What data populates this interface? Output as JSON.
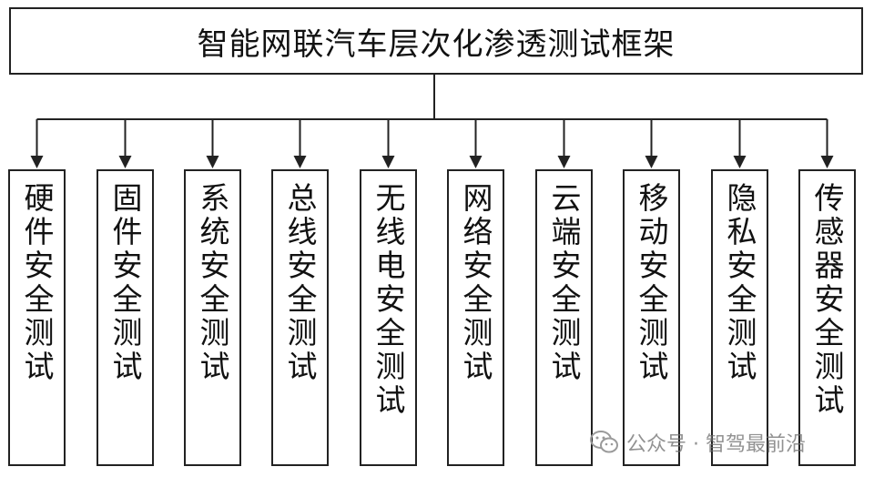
{
  "diagram": {
    "root": {
      "title": "智能网联汽车层次化渗透测试框架"
    },
    "children": [
      {
        "label": "硬件安全测试"
      },
      {
        "label": "固件安全测试"
      },
      {
        "label": "系统安全测试"
      },
      {
        "label": "总线安全测试"
      },
      {
        "label": "无线电安全测试"
      },
      {
        "label": "网络安全测试"
      },
      {
        "label": "云端安全测试"
      },
      {
        "label": "移动安全测试"
      },
      {
        "label": "隐私安全测试"
      },
      {
        "label": "传感器安全测试"
      }
    ]
  },
  "watermark": {
    "text": "公众号 · 智驾最前沿",
    "icon": "wechat-icon"
  },
  "colors": {
    "line": "#222222",
    "text": "#111111",
    "watermark": "#8a8a8a"
  }
}
